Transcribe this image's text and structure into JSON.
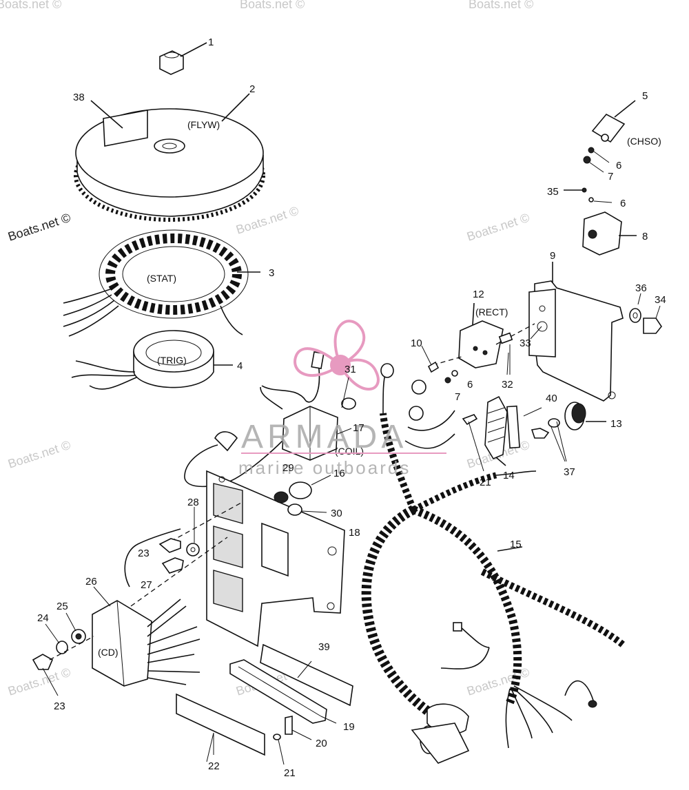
{
  "watermark": {
    "site": "Boats.net ©",
    "brand_name": "ARMADA",
    "brand_tagline": "marine outboards",
    "brand_color": "#e79ac0"
  },
  "labels": {
    "flyw": "(FLYW)",
    "stat": "(STAT)",
    "trig": "(TRIG)",
    "chso": "(CHSO)",
    "rect": "(RECT)",
    "coil": "(COIL)",
    "cd": "(CD)"
  },
  "callouts": {
    "n1": "1",
    "n2": "2",
    "n3": "3",
    "n4": "4",
    "n5": "5",
    "n6a": "6",
    "n6b": "6",
    "n6c": "6",
    "n7a": "7",
    "n7b": "7",
    "n8": "8",
    "n9": "9",
    "n10": "10",
    "n12": "12",
    "n13": "13",
    "n14": "14",
    "n15": "15",
    "n16": "16",
    "n17": "17",
    "n18": "18",
    "n19": "19",
    "n20": "20",
    "n21a": "21",
    "n21b": "21",
    "n22": "22",
    "n23a": "23",
    "n23b": "23",
    "n24": "24",
    "n25": "25",
    "n26": "26",
    "n27": "27",
    "n28": "28",
    "n29": "29",
    "n30": "30",
    "n31": "31",
    "n32": "32",
    "n33": "33",
    "n34": "34",
    "n35": "35",
    "n36": "36",
    "n37": "37",
    "n38": "38",
    "n39": "39",
    "n40": "40"
  }
}
